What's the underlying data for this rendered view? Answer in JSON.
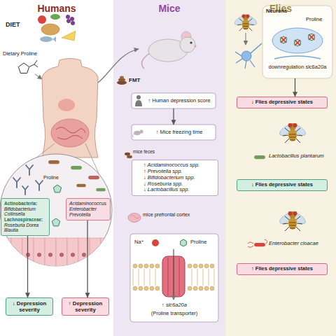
{
  "diagram": {
    "nodes": [
      {
        "text": [
          "Humans"
        ]
      },
      {
        "text": [
          "Actinobacteria:",
          "Bifidobacterium Collinsella",
          "Lachnospiraceae:",
          "Roseburia Dorea Blautia"
        ],
        "in": 0
      },
      {
        "text": [
          "Acidaminococcus Enterobacter Prevotella"
        ],
        "in": 0
      },
      {
        "text": [
          "↓ Depression severity"
        ],
        "in": 0
      },
      {
        "text": [
          "↑ Depression severity"
        ],
        "in": 0
      },
      {
        "text": [
          "Mice"
        ]
      },
      {
        "text": [
          "↑ Human depression score"
        ],
        "in": 5
      },
      {
        "text": [
          "↑ Mice freezing time"
        ],
        "in": 5
      },
      {
        "text": [
          "↑ Acidaminococcus spp.",
          "↑ Prevotella spp.",
          "↓ Bifidobacterium spp.",
          "↓ Roseburia spp.",
          "↓ Lactobacillus spp."
        ],
        "in": 5
      },
      {
        "text": [
          "Na⁺",
          "Proline",
          "↑ slc6a20a",
          "(Proline transporter)"
        ],
        "in": 5
      },
      {
        "text": [
          "Flies"
        ]
      },
      {
        "text": [
          "Neurons",
          "Proline",
          "downregulation slc6a20a"
        ],
        "in": 10
      },
      {
        "text": [
          "↓ Flies depressive states"
        ],
        "in": 10
      },
      {
        "text": [
          "↓ Flies depressive states"
        ],
        "in": 10
      },
      {
        "text": [
          "↑ Flies depressive states"
        ],
        "in": 10
      }
    ],
    "edges": [
      {
        "from": 1,
        "to": 3,
        "arrow": "to"
      },
      {
        "from": 2,
        "to": 4,
        "arrow": "to"
      },
      {
        "from": 6,
        "to": 7,
        "arrow": "to"
      },
      {
        "from": 11,
        "to": 12,
        "arrow": "to"
      }
    ],
    "labels": [
      "DIET",
      "Dietary Proline",
      "Proline",
      "FMT",
      "mice feces",
      "mice prefrontal cortex",
      "Lactobacillus plantarum",
      "Enterobacter cloacae"
    ]
  }
}
